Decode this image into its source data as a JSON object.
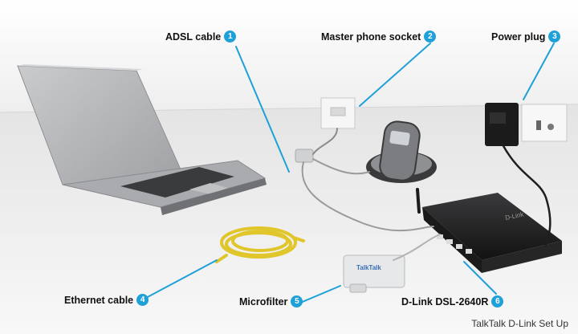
{
  "accent_color": "#1ea0d8",
  "callouts": [
    {
      "number": "1",
      "label": "ADSL cable"
    },
    {
      "number": "2",
      "label": "Master phone socket"
    },
    {
      "number": "3",
      "label": "Power plug"
    },
    {
      "number": "4",
      "label": "Ethernet cable"
    },
    {
      "number": "5",
      "label": "Microfilter"
    },
    {
      "number": "6",
      "label": "D-Link DSL-2640R"
    }
  ],
  "caption": "TalkTalk D-Link Set Up",
  "router_brand": "D-Link",
  "microfilter_brand": "TalkTalk"
}
